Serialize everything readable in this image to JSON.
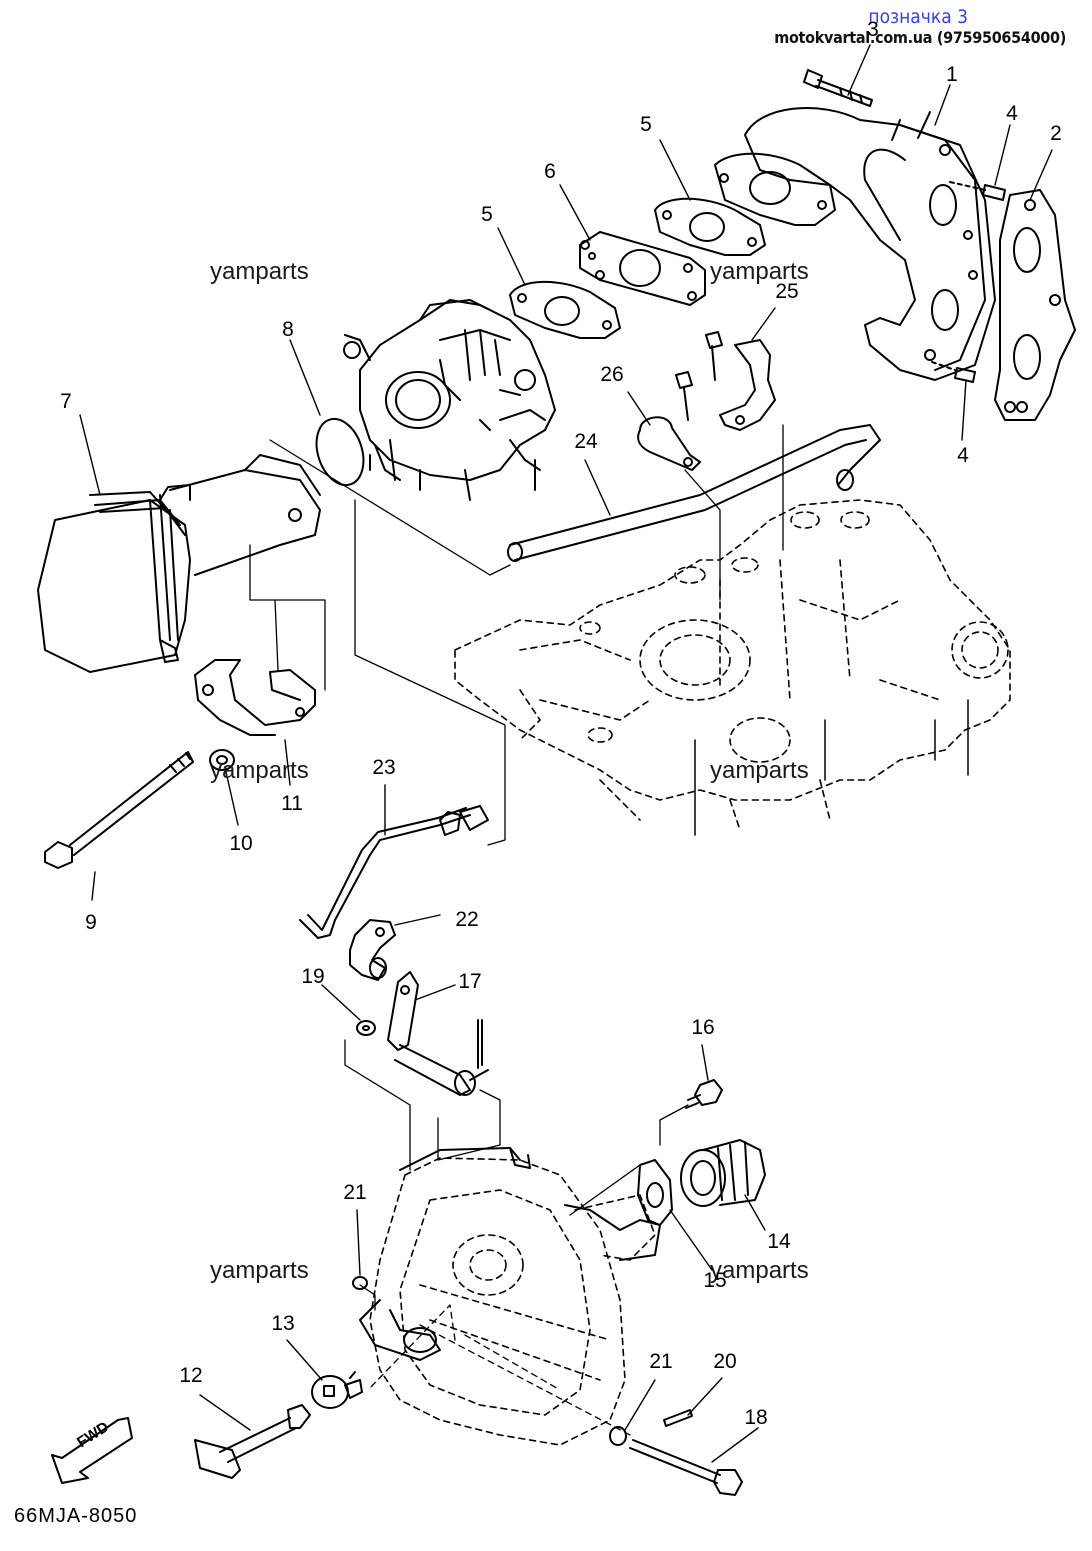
{
  "header": {
    "badge": "позначка 3",
    "site": "motokvartal.com.ua (975950654000)"
  },
  "watermark": "yamparts",
  "diagram_code": "66MJA-8050",
  "fwd_label": "FWD",
  "callouts": [
    {
      "id": "1",
      "label": "1"
    },
    {
      "id": "2",
      "label": "2"
    },
    {
      "id": "3",
      "label": "3"
    },
    {
      "id": "4a",
      "label": "4"
    },
    {
      "id": "4b",
      "label": "4"
    },
    {
      "id": "5a",
      "label": "5"
    },
    {
      "id": "5b",
      "label": "5"
    },
    {
      "id": "6",
      "label": "6"
    },
    {
      "id": "7",
      "label": "7"
    },
    {
      "id": "8",
      "label": "8"
    },
    {
      "id": "9",
      "label": "9"
    },
    {
      "id": "10",
      "label": "10"
    },
    {
      "id": "11",
      "label": "11"
    },
    {
      "id": "12",
      "label": "12"
    },
    {
      "id": "13",
      "label": "13"
    },
    {
      "id": "14",
      "label": "14"
    },
    {
      "id": "15",
      "label": "15"
    },
    {
      "id": "16",
      "label": "16"
    },
    {
      "id": "17",
      "label": "17"
    },
    {
      "id": "18",
      "label": "18"
    },
    {
      "id": "19",
      "label": "19"
    },
    {
      "id": "20",
      "label": "20"
    },
    {
      "id": "21a",
      "label": "21"
    },
    {
      "id": "21b",
      "label": "21"
    },
    {
      "id": "22",
      "label": "22"
    },
    {
      "id": "23",
      "label": "23"
    },
    {
      "id": "24",
      "label": "24"
    },
    {
      "id": "25",
      "label": "25"
    },
    {
      "id": "26",
      "label": "26"
    }
  ]
}
